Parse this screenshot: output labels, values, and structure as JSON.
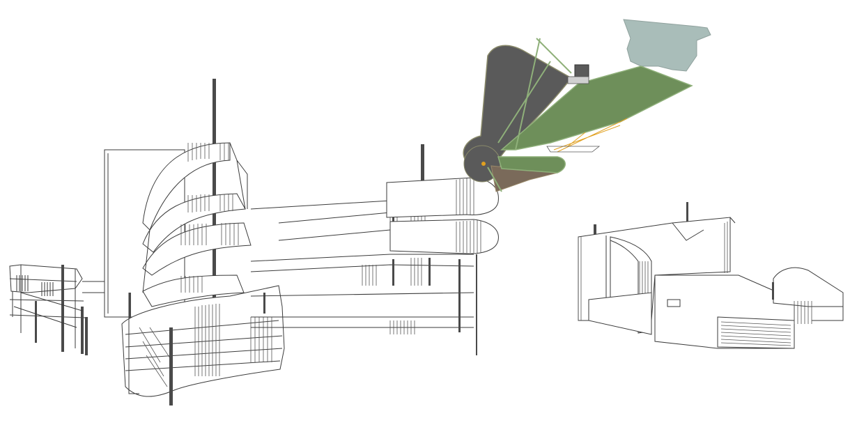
{
  "scene": {
    "kind": "architectural-wireframe-render",
    "background": "#ffffff",
    "colors": {
      "line": "#3a3a3a",
      "dark_shell": "#5a5a5a",
      "green_roof": "#6e8f5a",
      "green_edge": "#8fb07a",
      "grey_blue_panel": "#a9bdb9",
      "accent_dot": "#e0a020"
    },
    "objects": [
      {
        "id": "left-complex",
        "description_label": ""
      },
      {
        "id": "ramp-bridge",
        "description_label": ""
      },
      {
        "id": "colored-canopy",
        "description_label": ""
      },
      {
        "id": "right-building",
        "description_label": ""
      }
    ]
  }
}
